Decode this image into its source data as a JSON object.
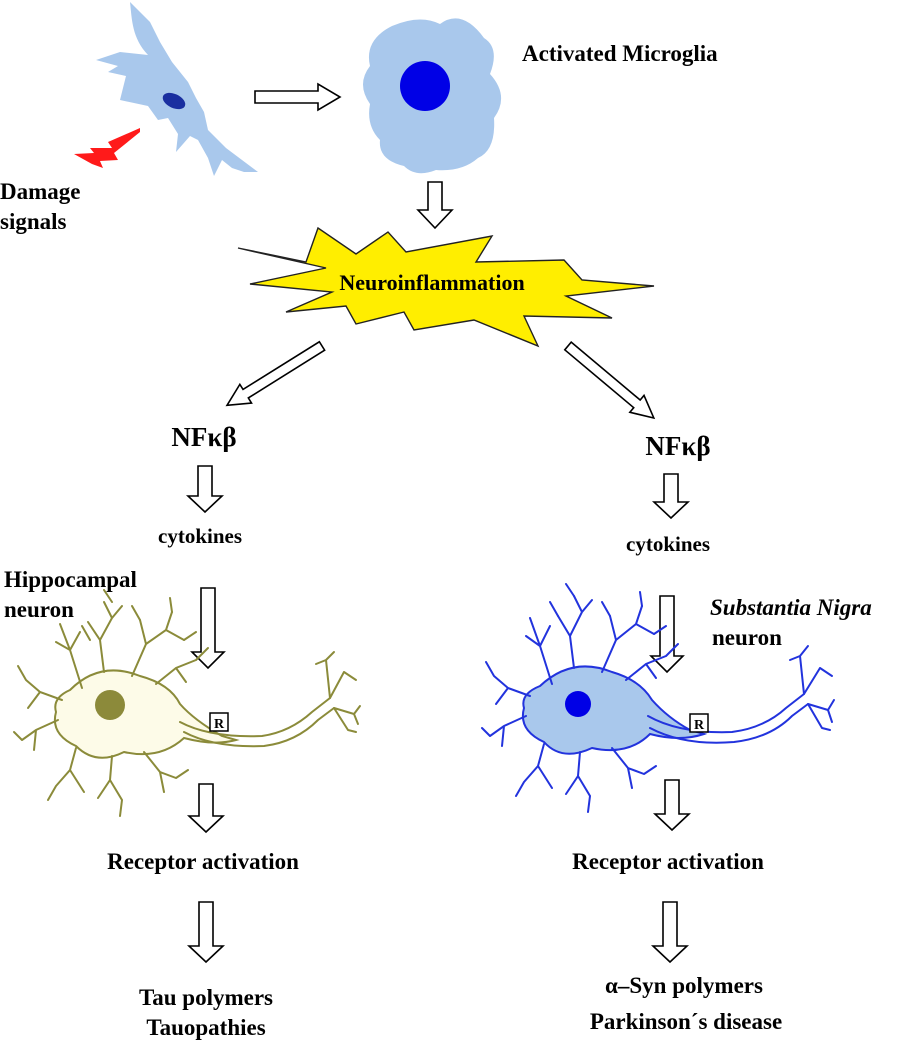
{
  "labels": {
    "activated_microglia": "Activated Microglia",
    "damage_signals_line1": "Damage",
    "damage_signals_line2": "signals",
    "neuroinflammation": "Neuroinflammation",
    "left": {
      "nfkb": "NFκβ",
      "cytokines": "cytokines",
      "neuron_line1": "Hippocampal",
      "neuron_line2": "neuron",
      "receptor_tag": "R",
      "receptor_activation": "Receptor activation",
      "outcome_line1": "Tau polymers",
      "outcome_line2": "Tauopathies"
    },
    "right": {
      "nfkb": "NFκβ",
      "cytokines": "cytokines",
      "neuron_line1": "Substantia Nigra",
      "neuron_line2": "neuron",
      "receptor_tag": "R",
      "receptor_activation": "Receptor activation",
      "outcome_line1": "α–Syn polymers",
      "outcome_line2": "Parkinson´s disease"
    }
  },
  "colors": {
    "microglia_fill": "#a9c8ec",
    "microglia_nucleus_dark": "#1a2fa0",
    "activated_nucleus": "#0000e6",
    "damage_bolt": "#ff1a1a",
    "star_fill": "#ffee00",
    "hippocampal_line": "#8b8b3a",
    "hippocampal_nucleus": "#8c8a3a",
    "hippocampal_soma": "#fdfbe8",
    "nigra_line": "#2233dd",
    "nigra_fill": "#a9c8ec",
    "nigra_nucleus": "#0000e6"
  }
}
